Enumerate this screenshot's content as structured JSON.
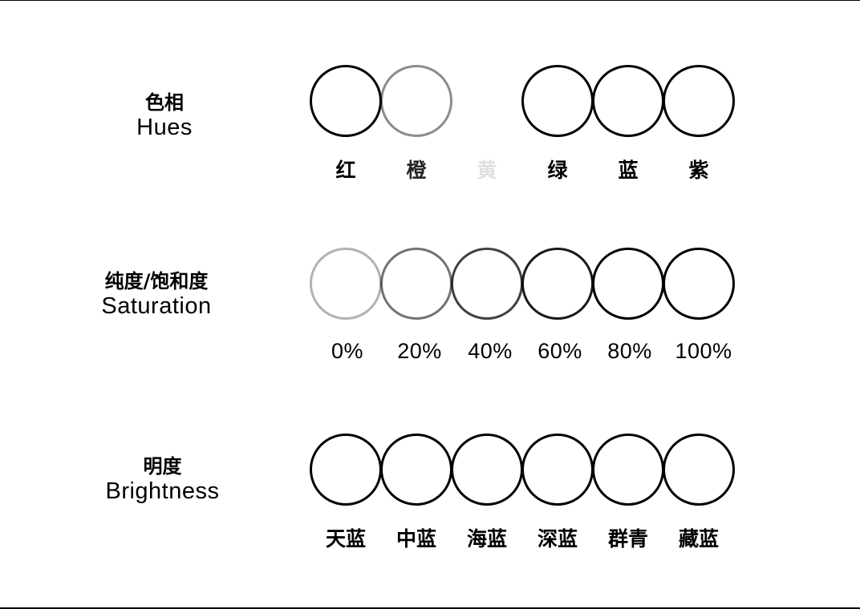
{
  "rows": [
    {
      "title_zh": "色相",
      "title_en": "Hues",
      "labels": [
        "红",
        "橙",
        "黄",
        "绿",
        "蓝",
        "紫"
      ],
      "outline_opacity": [
        1.0,
        0.45,
        0.0,
        1.0,
        1.0,
        1.0
      ]
    },
    {
      "title_zh": "纯度/饱和度",
      "title_en": "Saturation",
      "labels": [
        "0%",
        "20%",
        "40%",
        "60%",
        "80%",
        "100%"
      ],
      "outline_opacity": [
        0.3,
        0.55,
        0.75,
        0.9,
        1.0,
        1.0
      ]
    },
    {
      "title_zh": "明度",
      "title_en": "Brightness",
      "labels": [
        "天蓝",
        "中蓝",
        "海蓝",
        "深蓝",
        "群青",
        "藏蓝"
      ],
      "outline_opacity": [
        1.0,
        1.0,
        1.0,
        1.0,
        1.0,
        1.0
      ]
    }
  ],
  "colors": {
    "outline": "#000000",
    "text": "#000000",
    "background": "#ffffff"
  }
}
